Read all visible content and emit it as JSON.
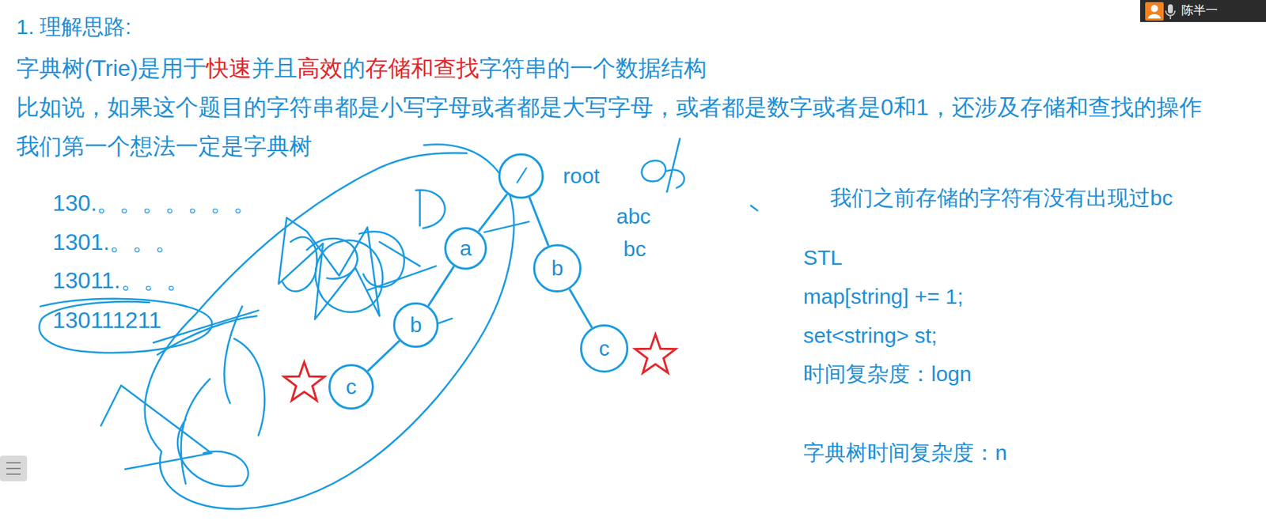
{
  "diagram": {
    "title": "1. 理解思路:",
    "nodes": [
      {
        "text": [
          "root"
        ]
      },
      {
        "text": [
          "a"
        ]
      },
      {
        "text": [
          "b"
        ]
      },
      {
        "text": [
          "c"
        ]
      },
      {
        "text": [
          "b"
        ]
      },
      {
        "text": [
          "c"
        ]
      }
    ],
    "edges": [
      {
        "from": 0,
        "to": 1,
        "arrow": "none"
      },
      {
        "from": 1,
        "to": 2,
        "arrow": "none"
      },
      {
        "from": 2,
        "to": 3,
        "arrow": "none"
      },
      {
        "from": 0,
        "to": 4,
        "arrow": "none"
      },
      {
        "from": 4,
        "to": 5,
        "arrow": "none"
      }
    ],
    "labels": [
      "字典树(Trie)是用于",
      "快速",
      "并且",
      "高效",
      "的",
      "存储和查找",
      "字符串的一个数据结构",
      "比如说，如果这个题目的字符串都是小写字母或者都是大写字母，或者都是数字或者是0和1，还涉及存储和查找的操作",
      "我们第一个想法一定是字典树",
      "130.。。。。。。。",
      "1301.。。。",
      "13011.。。。",
      "130111211",
      "abc",
      "bc",
      "我们之前存储的字符有没有出现过bc",
      "STL",
      "map[string] += 1;",
      "set<string> st;",
      "时间复杂度：logn",
      "字典树时间复杂度：n",
      "陈半一"
    ]
  }
}
